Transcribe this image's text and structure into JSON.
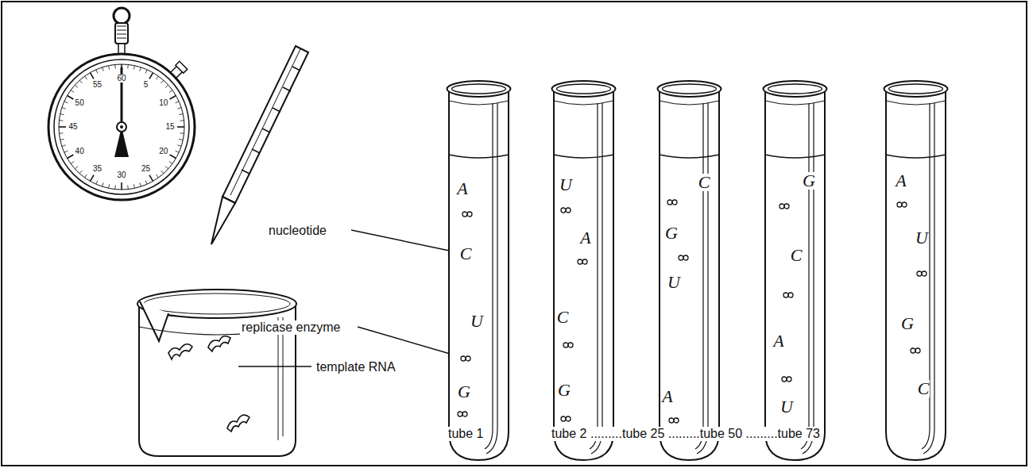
{
  "diagram": {
    "labels": [
      "nucleotide",
      "replicase enzyme",
      "template RNA",
      "tube 1",
      "tube 2 .........tube 25 .........tube 50 .........tube 73",
      "A",
      "C",
      "U",
      "G",
      "U",
      "A",
      "C",
      "G",
      "C",
      "G",
      "U",
      "A",
      "G",
      "C",
      "A",
      "U",
      "A",
      "U",
      "G",
      "C",
      "55",
      "60",
      "5",
      "10",
      "15",
      "20",
      "25",
      "30",
      "35",
      "40",
      "45",
      "50"
    ]
  }
}
